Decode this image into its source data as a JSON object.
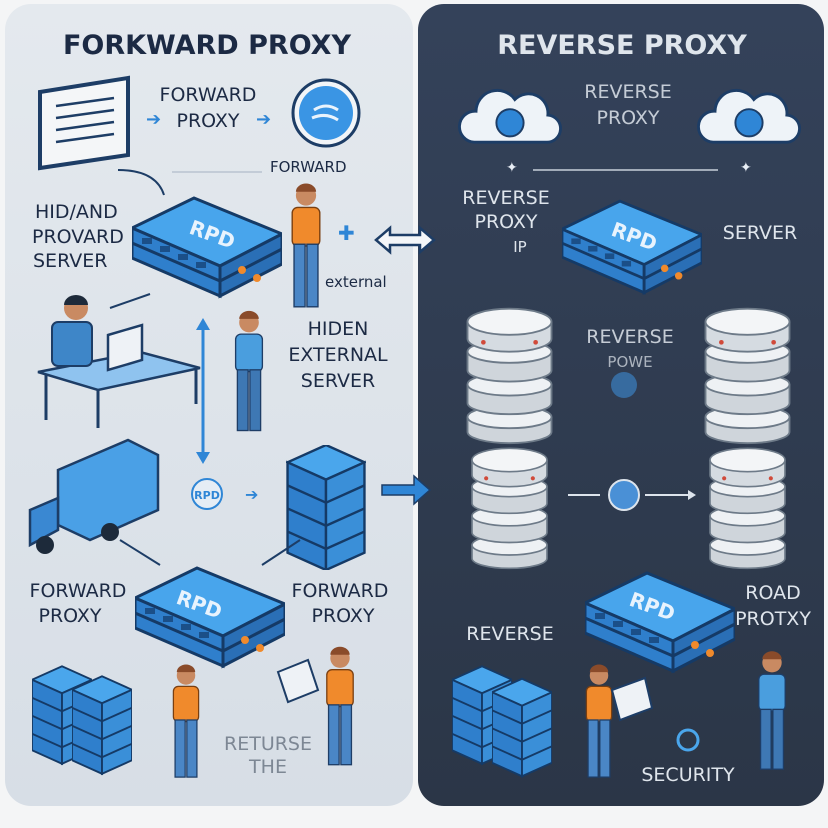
{
  "forward_panel": {
    "title": "FORKWARD PROXY",
    "client_label": [
      "FORWARD",
      "PROXY"
    ],
    "flow_label": "FORWARD",
    "server_label": [
      "HID/AND",
      "PROVARD",
      "SERVER"
    ],
    "external_label": "external",
    "hidden_label": [
      "HIDEN",
      "EXTERNAL",
      "SERVER"
    ],
    "bottom_left_label": [
      "FORWARD",
      "PROXY"
    ],
    "bottom_right_label": [
      "FORWARD",
      "PROXY"
    ],
    "return_label": [
      "RETURSE",
      "THE"
    ],
    "server_badge": "RPD"
  },
  "reverse_panel": {
    "title": "REVERSE PROXY",
    "cloud_label": [
      "REVERSE",
      "PROXY"
    ],
    "proxy_label": [
      "REVERSE",
      "PROXY",
      "IP"
    ],
    "server_label": "SERVER",
    "middle_label": [
      "REVERSE",
      "POWE"
    ],
    "bottom_label": "REVERSE",
    "road_label": [
      "ROAD",
      "PROTXY"
    ],
    "security_label": "SECURITY",
    "server_badge": "RPD"
  },
  "colors": {
    "forward_bg": "#dde3ea",
    "reverse_bg": "#2f3c50",
    "server_blue": "#3d9be0",
    "shirt_orange": "#f08a2c",
    "shirt_blue": "#4a9ede"
  }
}
